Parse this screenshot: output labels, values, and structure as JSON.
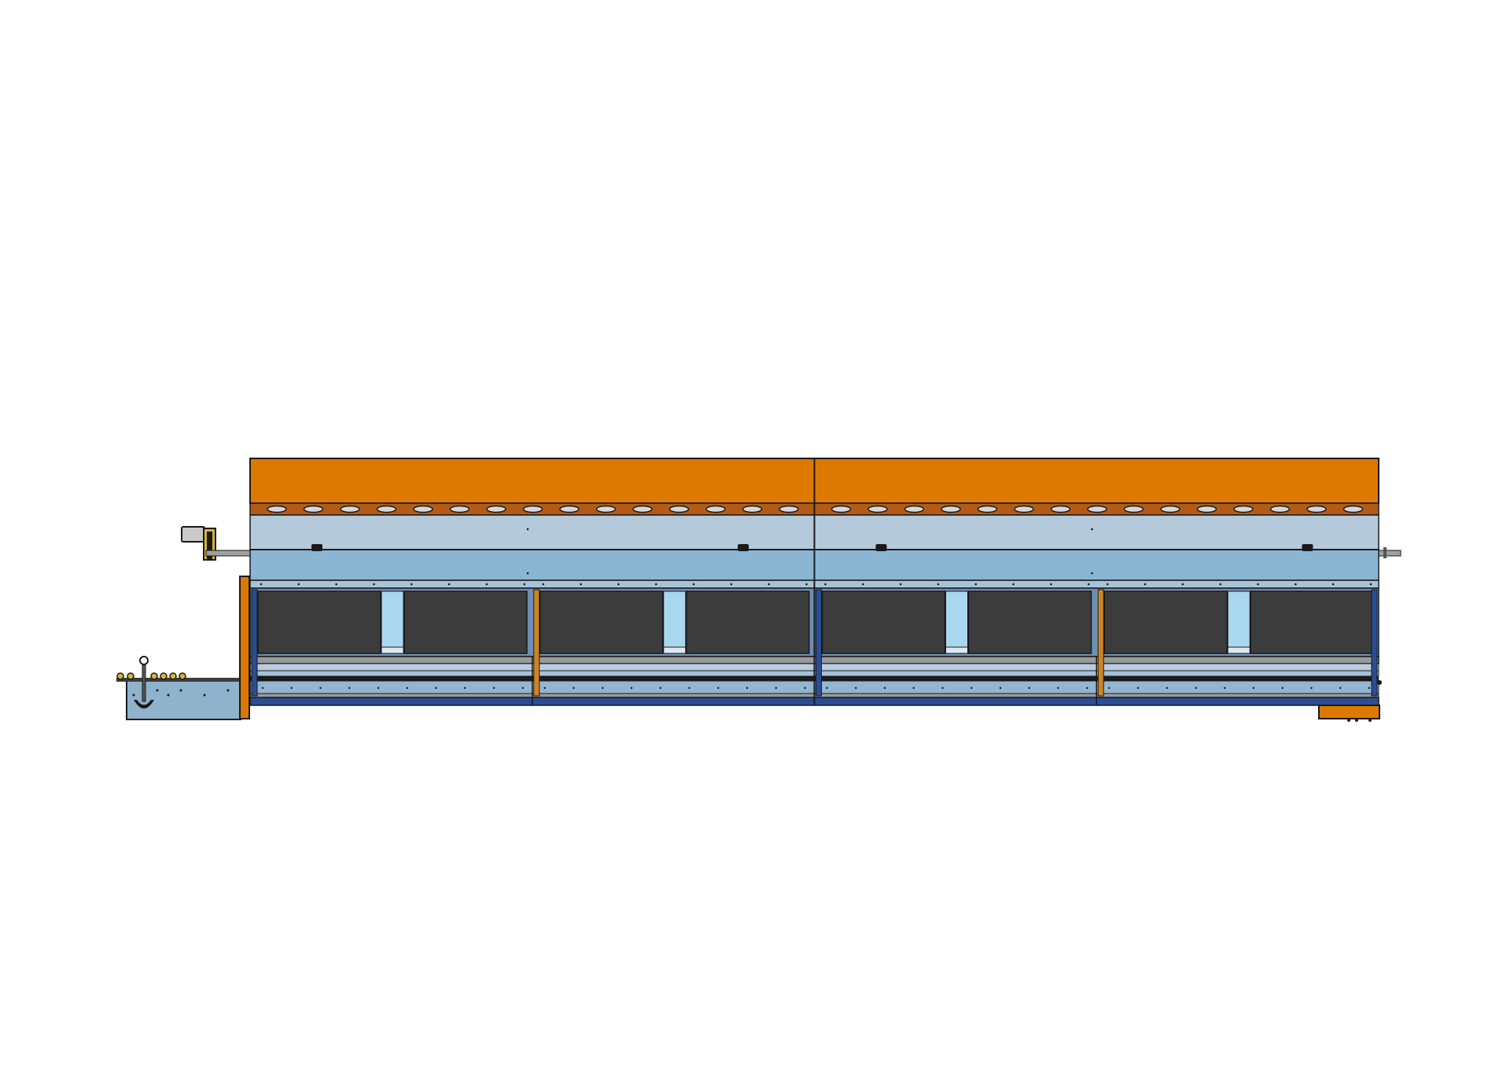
{
  "drawing": {
    "view": "side elevation",
    "modules": 2,
    "bays_per_module": 2,
    "windows_per_bay": 2,
    "top_slots_per_module": 15,
    "colors": {
      "background": "#ffffff",
      "roof_orange": "#dd7800",
      "slot_band_brown": "#b35b16",
      "slot_fill": "#d8d8d8",
      "upper_panel": "#b4cadb",
      "lower_panel": "#8ab6d4",
      "frame_dark": "#1a1a1a",
      "window_dark": "#3c3c3c",
      "window_light": "#a9d7ef",
      "post_blue": "#2b4d92",
      "post_orange": "#cf8422",
      "rail_gray": "#9a9a9a",
      "end_plate_orange": "#dd7800",
      "feeder_box": "#8fb2cd",
      "motor_gray": "#c9c9c9",
      "shaft_gray": "#a0a0a0",
      "gear_yellow": "#d8b23a"
    }
  }
}
